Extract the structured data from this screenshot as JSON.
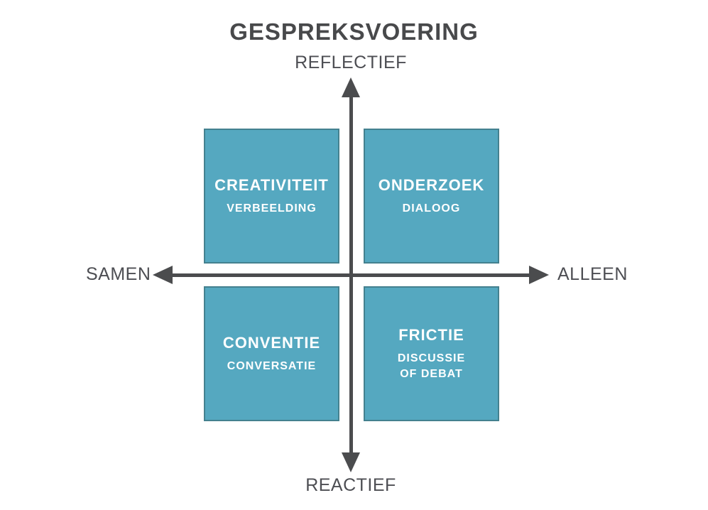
{
  "diagram": {
    "title": "GESPREKSVOERING",
    "axes": {
      "top": "REFLECTIEF",
      "bottom": "REACTIEF",
      "left": "SAMEN",
      "right": "ALLEEN"
    },
    "quadrants": [
      {
        "position": "top-left",
        "title": "CREATIVITEIT",
        "subtitle": "VERBEELDING"
      },
      {
        "position": "top-right",
        "title": "ONDERZOEK",
        "subtitle": "DIALOOG"
      },
      {
        "position": "bottom-left",
        "title": "CONVENTIE",
        "subtitle": "CONVERSATIE"
      },
      {
        "position": "bottom-right",
        "title": "FRICTIE",
        "subtitle": "DISCUSSIE\nOF DEBAT"
      }
    ],
    "colors": {
      "quadrant_fill": "#55A8C0",
      "quadrant_border": "#44818F",
      "quadrant_text": "#FFFFFF",
      "axis_and_text": "#4B4C4E",
      "title_text": "#48494B",
      "background": "#FFFFFF"
    }
  }
}
